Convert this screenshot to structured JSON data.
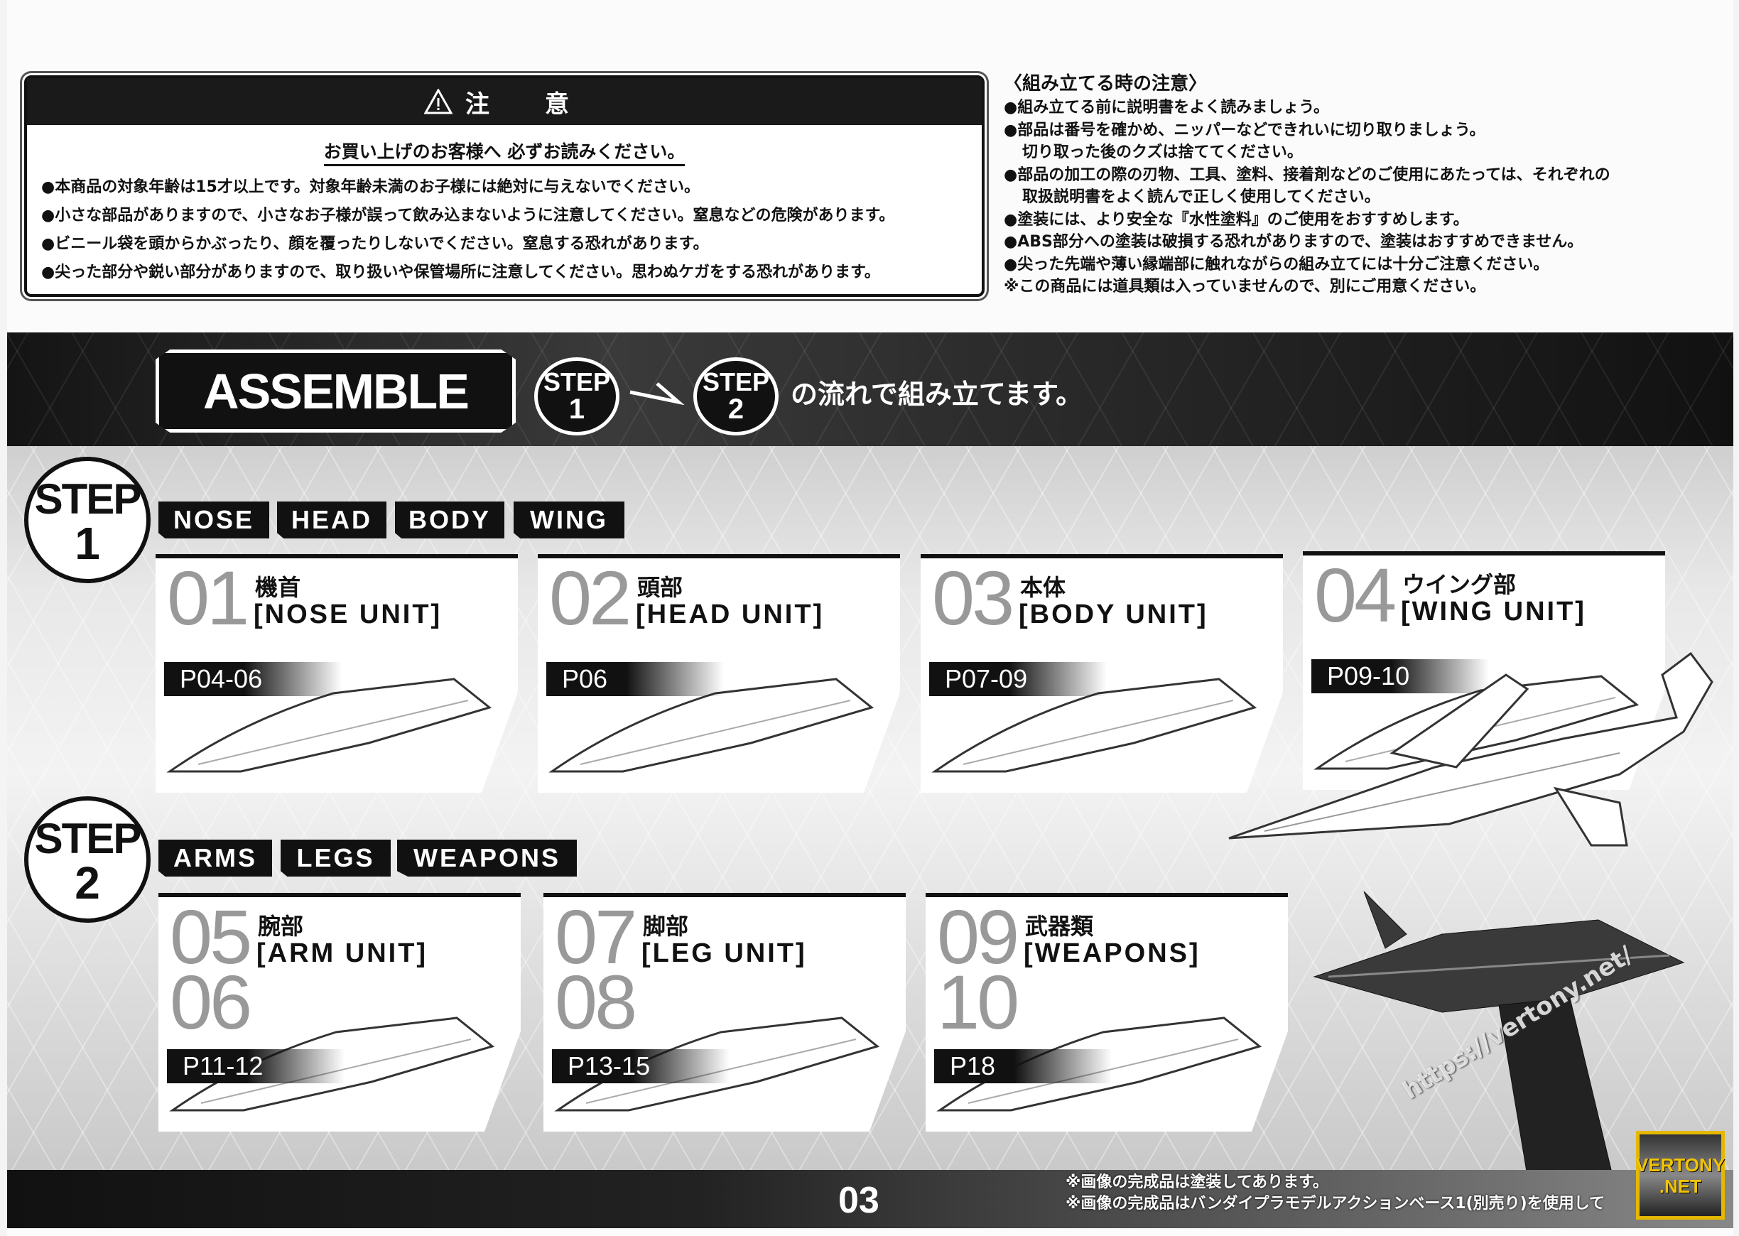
{
  "warning": {
    "title": "注　意",
    "subtitle": "お買い上げのお客様へ 必ずお読みください。",
    "items": [
      "●本商品の対象年齢は15才以上です。対象年齢未満のお子様には絶対に与えないでください。",
      "●小さな部品がありますので、小さなお子様が誤って飲み込まないように注意してください。窒息などの危険があります。",
      "●ビニール袋を頭からかぶったり、顔を覆ったりしないでください。窒息する恐れがあります。",
      "●尖った部分や鋭い部分がありますので、取り扱いや保管場所に注意してください。思わぬケガをする恐れがあります。"
    ]
  },
  "notes": {
    "title": "〈組み立てる時の注意〉",
    "items": [
      "●組み立てる前に説明書をよく読みましょう。",
      "●部品は番号を確かめ、ニッパーなどできれいに切り取りましょう。",
      "切り取った後のクズは捨ててください。",
      "●部品の加工の際の刃物、工具、塗料、接着剤などのご使用にあたっては、それぞれの",
      "取扱説明書をよく読んで正しく使用してください。",
      "●塗装には、より安全な『水性塗料』のご使用をおすすめします。",
      "●ABS部分への塗装は破損する恐れがありますので、塗装はおすすめできません。",
      "●尖った先端や薄い縁端部に触れながらの組み立てには十分ご注意ください。",
      "※この商品には道具類は入っていませんので、別にご用意ください。"
    ]
  },
  "banner": {
    "assemble": "ASSEMBLE",
    "step1_word": "STEP",
    "step1_num": "1",
    "step2_word": "STEP",
    "step2_num": "2",
    "flow_text": "の流れで組み立てます。"
  },
  "step1": {
    "word": "STEP",
    "num": "1",
    "tabs": [
      "NOSE",
      "HEAD",
      "BODY",
      "WING"
    ],
    "cards": [
      {
        "num": "01",
        "jp": "機首",
        "en": "[NOSE UNIT]",
        "page": "P04-06"
      },
      {
        "num": "02",
        "jp": "頭部",
        "en": "[HEAD UNIT]",
        "page": "P06"
      },
      {
        "num": "03",
        "jp": "本体",
        "en": "[BODY UNIT]",
        "page": "P07-09"
      },
      {
        "num": "04",
        "jp": "ウイング部",
        "en": "[WING UNIT]",
        "page": "P09-10"
      }
    ]
  },
  "step2": {
    "word": "STEP",
    "num": "2",
    "tabs": [
      "ARMS",
      "LEGS",
      "WEAPONS"
    ],
    "cards": [
      {
        "num": "05",
        "num2": "06",
        "jp": "腕部",
        "en": "[ARM UNIT]",
        "page": "P11-12"
      },
      {
        "num": "07",
        "num2": "08",
        "jp": "脚部",
        "en": "[LEG UNIT]",
        "page": "P13-15"
      },
      {
        "num": "09",
        "num2": "10",
        "jp": "武器類",
        "en": "[WEAPONS]",
        "page": "P18"
      }
    ]
  },
  "footer": {
    "page_number": "03",
    "notes": [
      "※画像の完成品は塗装してあります。",
      "※画像の完成品はバンダイプラモデルアクションベース1(別売り)を使用して"
    ]
  },
  "watermark": {
    "url": "https://vertony.net/",
    "logo": [
      "VERTONY",
      ".NET"
    ]
  }
}
